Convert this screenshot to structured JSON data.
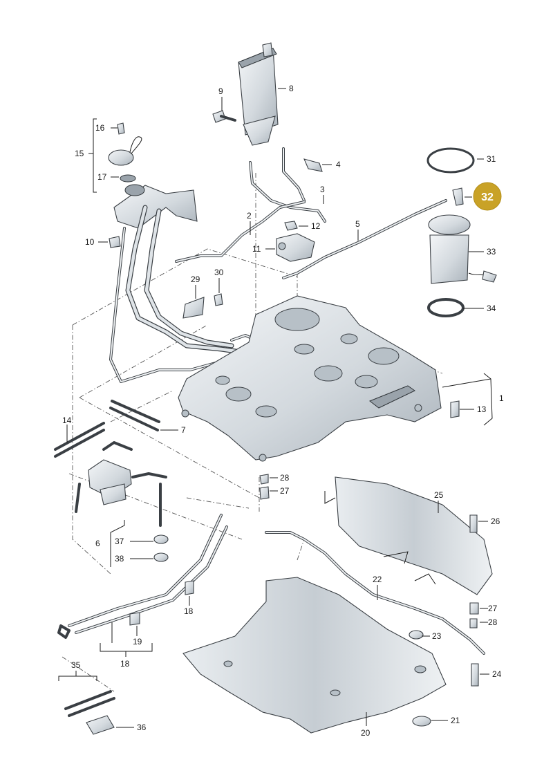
{
  "diagram": {
    "labels": {
      "p1": "1",
      "p2": "2",
      "p3": "3",
      "p4": "4",
      "p5": "5",
      "p6": "6",
      "p7": "7",
      "p8": "8",
      "p9": "9",
      "p10": "10",
      "p11": "11",
      "p12": "12",
      "p13": "13",
      "p14": "14",
      "p15": "15",
      "p16": "16",
      "p17": "17",
      "p18": "18",
      "p18b": "18",
      "p19": "19",
      "p20": "20",
      "p21": "21",
      "p22": "22",
      "p23": "23",
      "p24": "24",
      "p25": "25",
      "p26": "26",
      "p27": "27",
      "p27b": "27",
      "p28": "28",
      "p28b": "28",
      "p29": "29",
      "p30": "30",
      "p31": "31",
      "p33": "33",
      "p34": "34",
      "p35": "35",
      "p36": "36",
      "p37": "37",
      "p38": "38"
    },
    "highlight": {
      "label": "32",
      "color": "#c9a227"
    }
  }
}
